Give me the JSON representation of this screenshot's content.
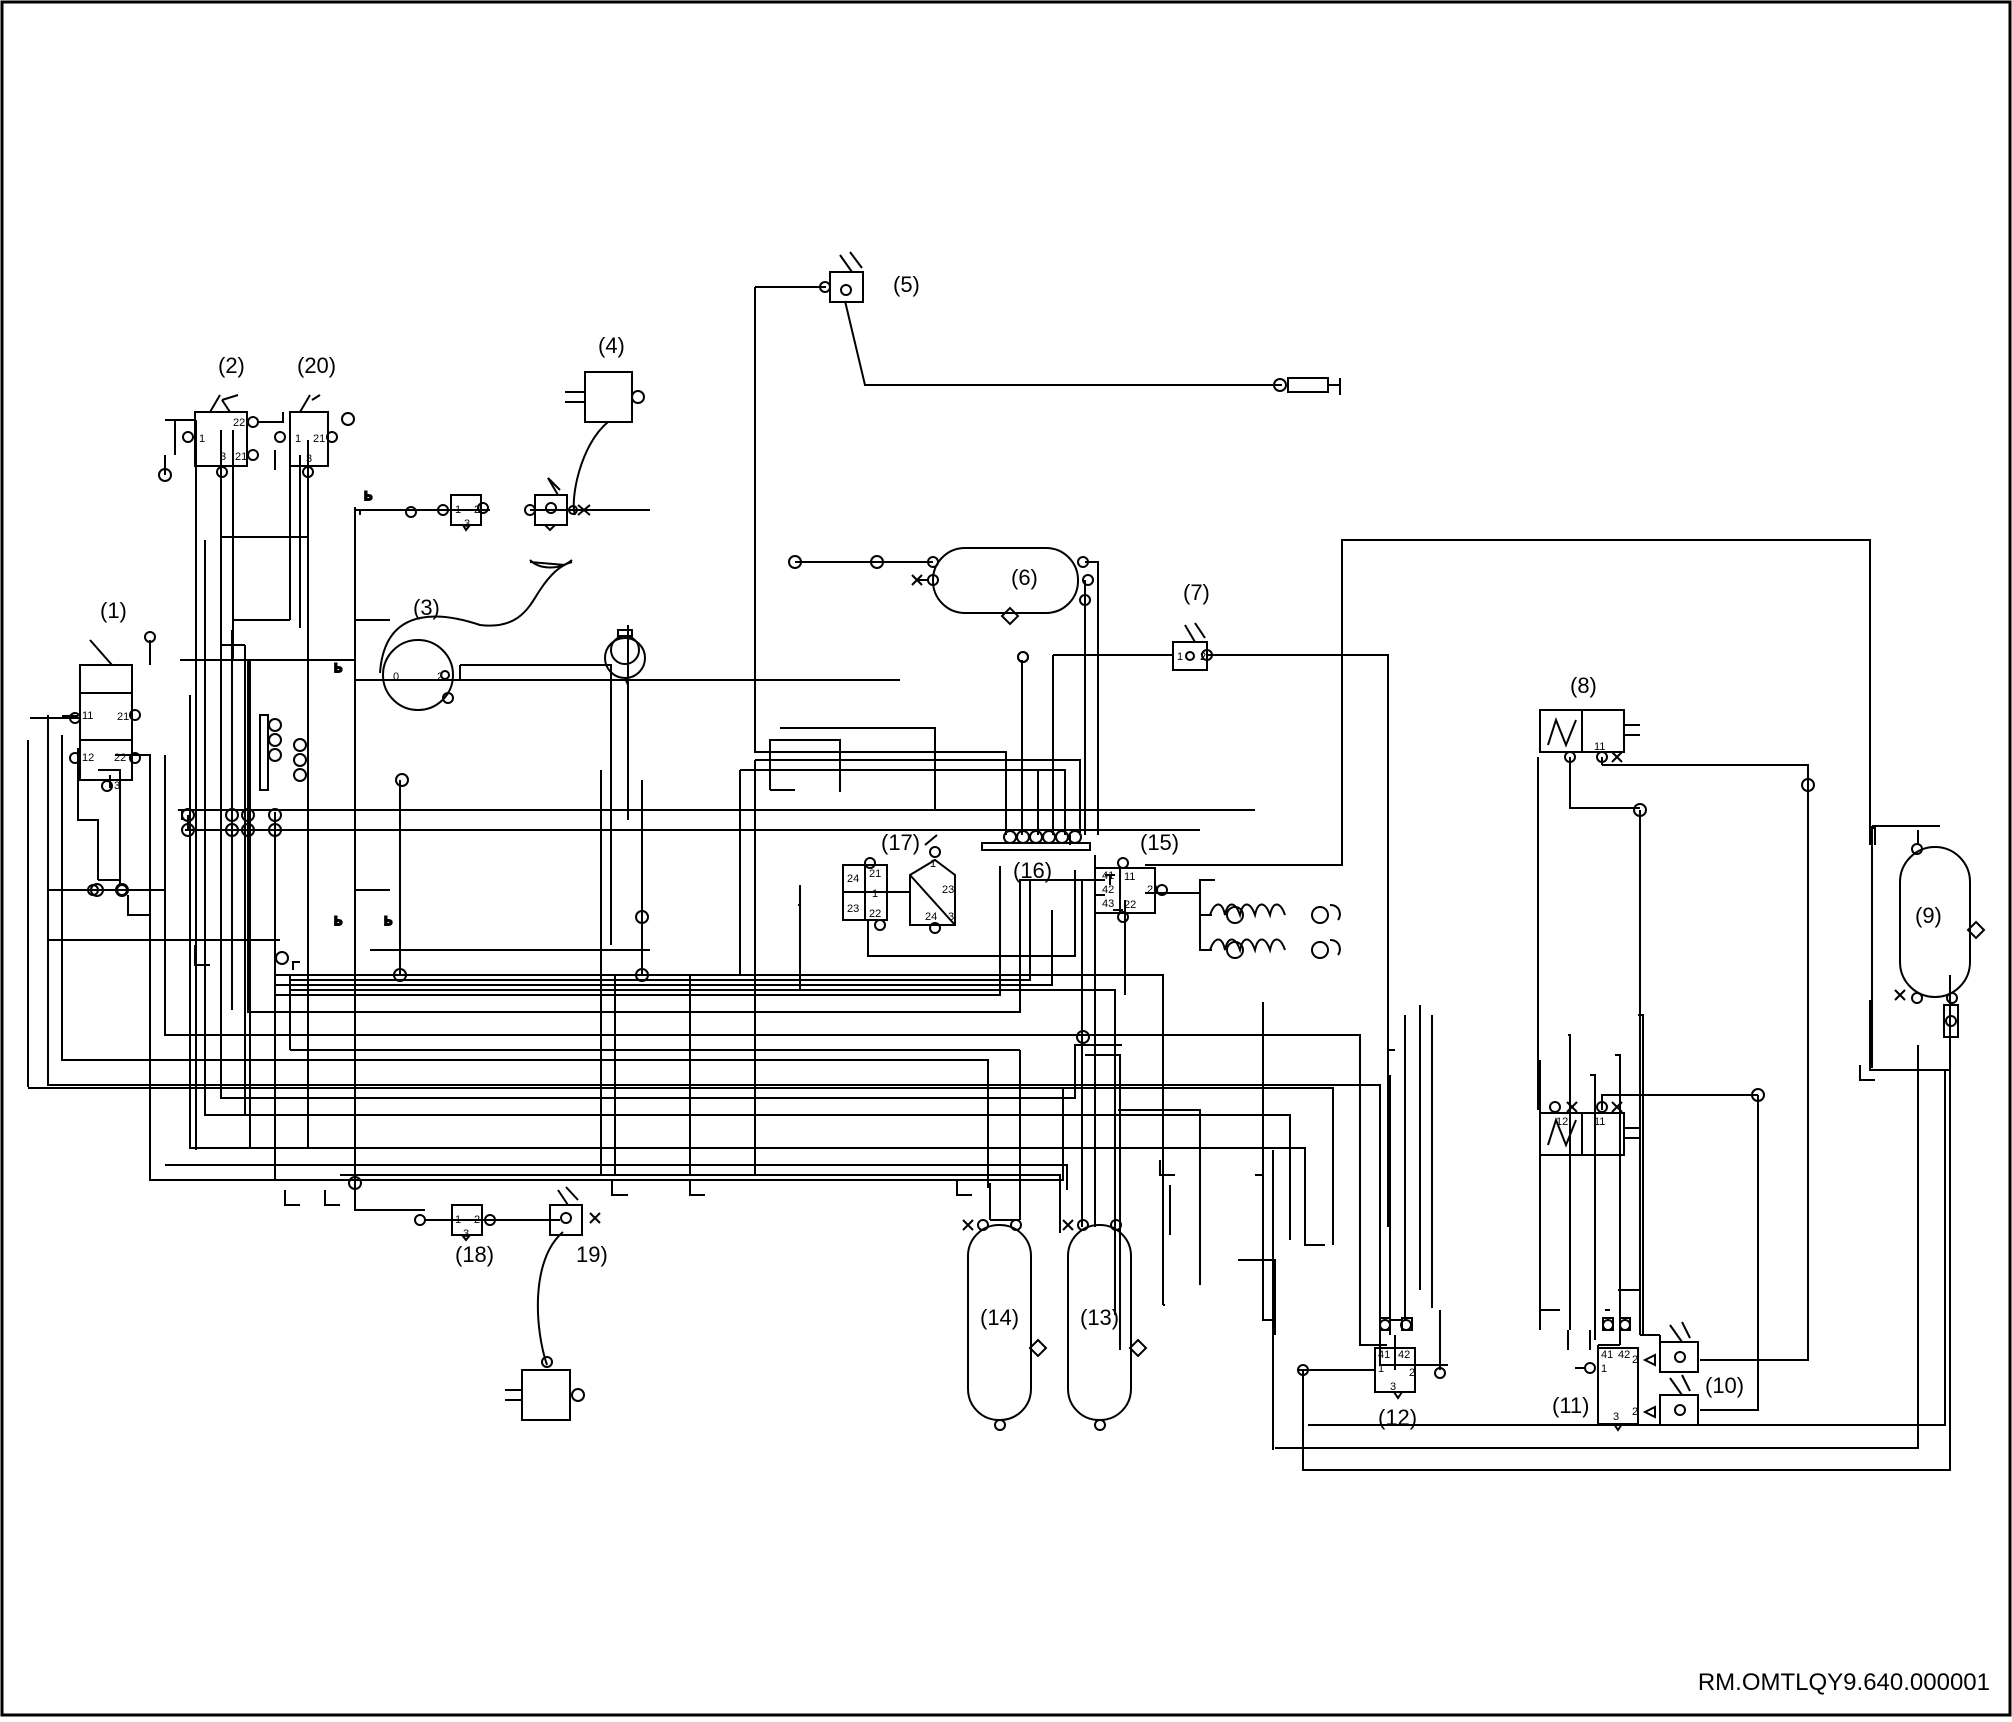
{
  "labels": {
    "c1": "(1)",
    "c2": "(2)",
    "c3": "(3)",
    "c4": "(4)",
    "c5": "(5)",
    "c6": "(6)",
    "c7": "(7)",
    "c8": "(8)",
    "c9": "(9)",
    "c10": "(10)",
    "c11": "(11)",
    "c12": "(12)",
    "c13": "(13)",
    "c14": "(14)",
    "c15": "(15)",
    "c16": "(16)",
    "c17": "(17)",
    "c18": "(18)",
    "c19": "19)",
    "c20": "(20)"
  },
  "ports": {
    "p1": "1",
    "p2": "2",
    "p3": "3",
    "p11": "11",
    "p12": "12",
    "p21": "21",
    "p22": "22",
    "p23": "23",
    "p24": "24",
    "p41": "41",
    "p42": "42",
    "p43": "43",
    "p0": "0"
  },
  "reference": "RM.OMTLQY9.640.000001",
  "colors": {
    "ink": "#000000",
    "background": "#ffffff"
  }
}
